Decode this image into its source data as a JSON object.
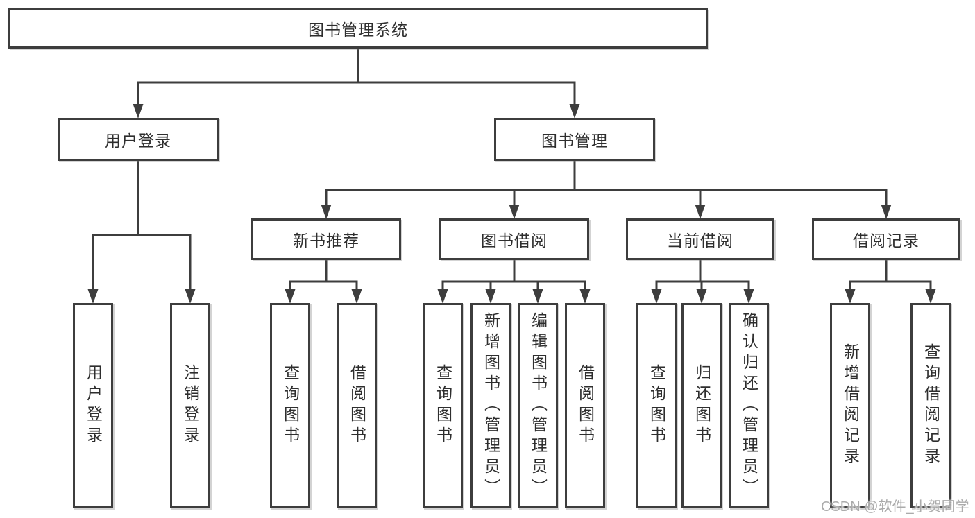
{
  "diagram": {
    "root": {
      "label": "图书管理系统"
    },
    "level2": {
      "user_login": {
        "label": "用户登录"
      },
      "book_mgmt": {
        "label": "图书管理"
      }
    },
    "level3": {
      "new_book_rec": {
        "label": "新书推荐"
      },
      "book_borrow": {
        "label": "图书借阅"
      },
      "current_borrow": {
        "label": "当前借阅"
      },
      "borrow_records": {
        "label": "借阅记录"
      }
    },
    "leaves": {
      "user_login_leaf": "用户登录",
      "logout": "注销登录",
      "rec_query_books": "查询图书",
      "rec_borrow_books": "借阅图书",
      "bb_query_books": "查询图书",
      "bb_add_books": "新增图书（管理员）",
      "bb_edit_books": "编辑图书（管理员）",
      "bb_borrow_books": "借阅图书",
      "cb_query_books": "查询图书",
      "cb_return_books": "归还图书",
      "cb_confirm_return": "确认归还（管理员）",
      "br_add_record": "新增借阅记录",
      "br_query_record": "查询借阅记录"
    }
  },
  "watermark": {
    "text": "CSDN @软件_小贺同学"
  },
  "colors": {
    "line": "#3d3d3d",
    "border": "#3d3d3d",
    "text": "#2e2e2e",
    "watermark": "#ababab",
    "background": "#ffffff"
  }
}
